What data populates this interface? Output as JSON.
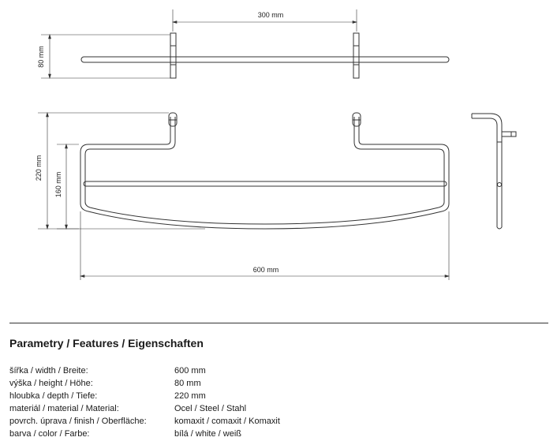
{
  "dimensions": {
    "top_width": "300 mm",
    "top_height": "80 mm",
    "front_height_outer": "220 mm",
    "front_height_inner": "160 mm",
    "front_width": "600 mm"
  },
  "section_title": "Parametry / Features / Eigenschaften",
  "params": [
    {
      "label": "šířka / width / Breite:",
      "value": "600 mm"
    },
    {
      "label": "výška / height / Höhe:",
      "value": "80 mm"
    },
    {
      "label": "hloubka / depth / Tiefe:",
      "value": "220 mm"
    },
    {
      "label": "materiál / material / Material:",
      "value": "Ocel / Steel / Stahl"
    },
    {
      "label": "povrch. úprava / finish / Oberfläche:",
      "value": "komaxit / comaxit / Komaxit"
    },
    {
      "label": "barva / color / Farbe:",
      "value": "bílá / white / weiß"
    }
  ]
}
